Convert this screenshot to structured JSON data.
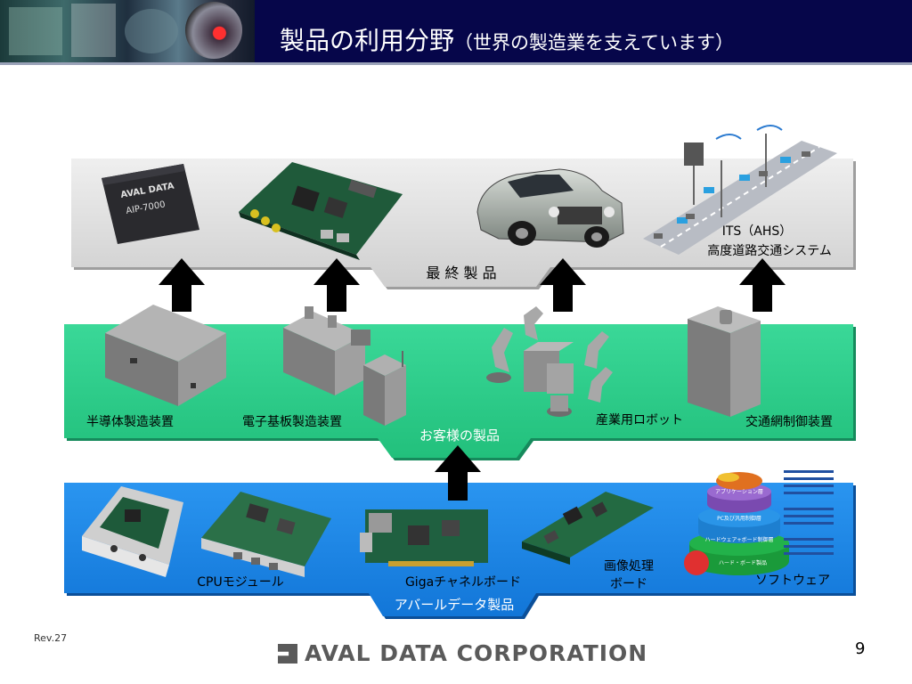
{
  "header": {
    "title_main": "製品の利用分野",
    "title_sub": "（世界の製造業を支えています）"
  },
  "top_panel": {
    "label": "最 終 製 品",
    "products": [
      {
        "name": "chip",
        "chip_brand": "AVAL DATA",
        "chip_model": "AIP-7000"
      },
      {
        "name": "board"
      },
      {
        "name": "car"
      },
      {
        "name": "its",
        "label_line1": "ITS（AHS）",
        "label_line2": "高度道路交通システム"
      }
    ]
  },
  "middle_panel": {
    "label": "お客様の製品",
    "items": [
      {
        "label": "半導体製造装置"
      },
      {
        "label": "電子基板製造装置"
      },
      {
        "label": "産業用ロボット"
      },
      {
        "label": "交通網制御装置"
      }
    ]
  },
  "bottom_panel": {
    "label": "アバールデータ製品",
    "items": [
      {
        "label": "CPUモジュール"
      },
      {
        "label": "Gigaチャネルボード"
      },
      {
        "label_line1": "画像処理",
        "label_line2": "ボード"
      },
      {
        "label": "ソフトウェア"
      }
    ],
    "software_layers": [
      "アプリケーション層",
      "PC及び汎用制御層",
      "ハードウェア+ボード制御層",
      "ハード・ボード製品"
    ]
  },
  "footer": {
    "rev": "Rev.27",
    "logo": "AVAL DATA CORPORATION",
    "page": "9"
  },
  "colors": {
    "header_bg": "#06064a",
    "top_panel": "#dcdcdc",
    "middle_panel": "#2fcf8a",
    "bottom_panel": "#1e8ae6",
    "arrow": "#000000"
  }
}
